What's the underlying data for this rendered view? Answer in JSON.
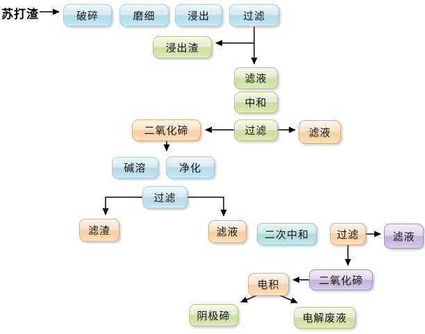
{
  "flowchart": {
    "start_label": "苏打渣",
    "colors": {
      "blue": "#bfe0ec",
      "green": "#d5e4ae",
      "orange": "#f9d8b0",
      "teal": "#b2dde2",
      "purple": "#c9bbdd",
      "arrow": "#000000"
    },
    "nodes": {
      "crush": {
        "label": "破碎",
        "color": "blue"
      },
      "grind": {
        "label": "磨细",
        "color": "blue"
      },
      "leach": {
        "label": "浸出",
        "color": "blue"
      },
      "filter1": {
        "label": "过滤",
        "color": "blue"
      },
      "leach_residue": {
        "label": "浸出渣",
        "color": "green"
      },
      "filtrate1": {
        "label": "滤液",
        "color": "green"
      },
      "neutralize": {
        "label": "中和",
        "color": "green"
      },
      "filter2": {
        "label": "过滤",
        "color": "green"
      },
      "filtrate2": {
        "label": "滤液",
        "color": "orange"
      },
      "tellurium_dioxide1": {
        "label": "二氧化碲",
        "color": "orange"
      },
      "alkali_dissolve": {
        "label": "碱溶",
        "color": "blue"
      },
      "purify": {
        "label": "净化",
        "color": "blue"
      },
      "filter3": {
        "label": "过滤",
        "color": "blue"
      },
      "filter_residue": {
        "label": "滤渣",
        "color": "orange"
      },
      "filtrate3": {
        "label": "滤液",
        "color": "orange"
      },
      "secondary_neutralize": {
        "label": "二次中和",
        "color": "teal"
      },
      "filter4": {
        "label": "过滤",
        "color": "orange"
      },
      "filtrate4": {
        "label": "滤液",
        "color": "purple"
      },
      "tellurium_dioxide2": {
        "label": "二氧化碲",
        "color": "purple"
      },
      "electrowin": {
        "label": "电积",
        "color": "orange"
      },
      "cathode_tellurium": {
        "label": "阴极碲",
        "color": "green"
      },
      "electrolysis_waste": {
        "label": "电解废液",
        "color": "green"
      }
    }
  }
}
